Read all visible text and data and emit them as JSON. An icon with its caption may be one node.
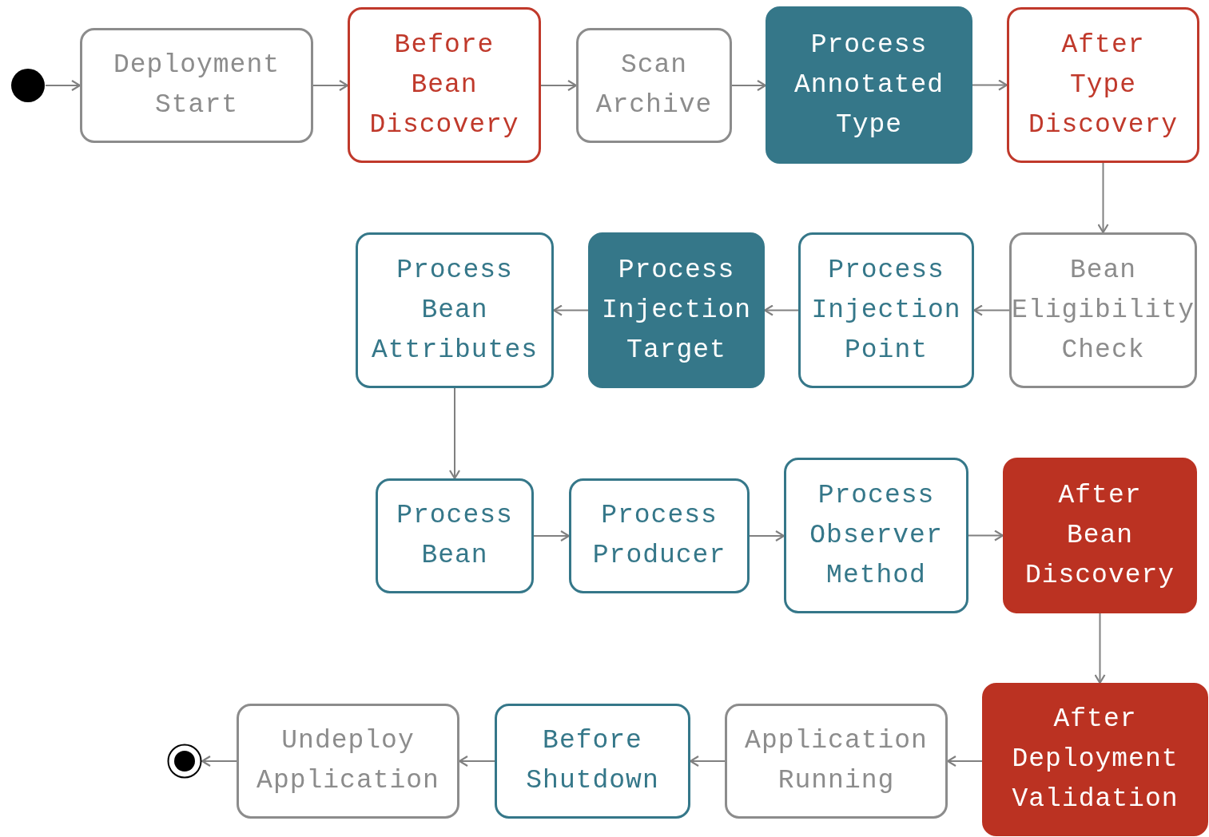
{
  "diagram": {
    "nodes": [
      {
        "text": [],
        "shape": "circle"
      },
      {
        "text": [
          "Deployment Start"
        ]
      },
      {
        "text": [
          "Before Bean Discovery"
        ]
      },
      {
        "text": [
          "Scan Archive"
        ]
      },
      {
        "text": [
          "Process Annotated Type"
        ]
      },
      {
        "text": [
          "After Type Discovery"
        ]
      },
      {
        "text": [
          "Process Bean Attributes"
        ]
      },
      {
        "text": [
          "Process Injection Target"
        ]
      },
      {
        "text": [
          "Process Injection Point"
        ]
      },
      {
        "text": [
          "Bean Eligibility Check"
        ]
      },
      {
        "text": [
          "Process Bean"
        ]
      },
      {
        "text": [
          "Process Producer"
        ]
      },
      {
        "text": [
          "Process Observer Method"
        ]
      },
      {
        "text": [
          "After Bean Discovery"
        ]
      },
      {
        "text": [],
        "shape": "circle"
      },
      {
        "text": [
          "Undeploy Application"
        ]
      },
      {
        "text": [
          "Before Shutdown"
        ]
      },
      {
        "text": [
          "Application Running"
        ]
      },
      {
        "text": [
          "After Deployment Validation"
        ]
      }
    ],
    "edges": [
      {
        "from": 0,
        "to": 1,
        "arrow": "to"
      },
      {
        "from": 1,
        "to": 2,
        "arrow": "to"
      },
      {
        "from": 2,
        "to": 3,
        "arrow": "to"
      },
      {
        "from": 3,
        "to": 4,
        "arrow": "to"
      },
      {
        "from": 4,
        "to": 5,
        "arrow": "to"
      },
      {
        "from": 5,
        "to": 9,
        "arrow": "to"
      },
      {
        "from": 9,
        "to": 8,
        "arrow": "to"
      },
      {
        "from": 8,
        "to": 7,
        "arrow": "to"
      },
      {
        "from": 7,
        "to": 6,
        "arrow": "to"
      },
      {
        "from": 6,
        "to": 10,
        "arrow": "to"
      },
      {
        "from": 10,
        "to": 11,
        "arrow": "to"
      },
      {
        "from": 11,
        "to": 12,
        "arrow": "to"
      },
      {
        "from": 12,
        "to": 13,
        "arrow": "to"
      },
      {
        "from": 13,
        "to": 18,
        "arrow": "to"
      },
      {
        "from": 18,
        "to": 17,
        "arrow": "to"
      },
      {
        "from": 17,
        "to": 16,
        "arrow": "to"
      },
      {
        "from": 16,
        "to": 15,
        "arrow": "to"
      },
      {
        "from": 15,
        "to": 14,
        "arrow": "to"
      }
    ]
  }
}
